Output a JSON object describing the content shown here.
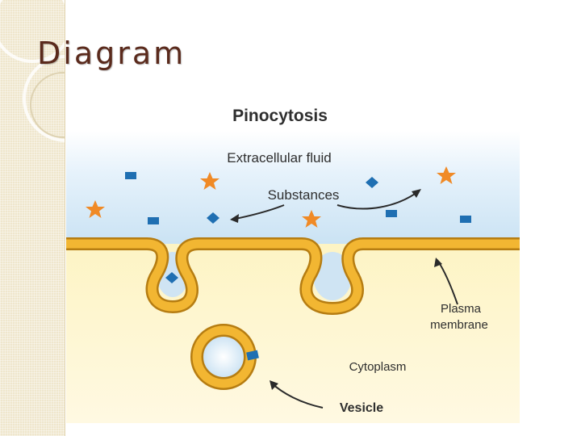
{
  "slide": {
    "title": "Diagram"
  },
  "figure": {
    "title": "Pinocytosis",
    "labels": {
      "extracellular": "Extracellular fluid",
      "substances": "Substances",
      "plasma_line1": "Plasma",
      "plasma_line2": "membrane",
      "cytoplasm": "Cytoplasm",
      "vesicle": "Vesicle"
    },
    "colors": {
      "fluid": "#cfe6f5",
      "cytoplasm": "#fbf3c8",
      "membrane": "#f2b632",
      "membrane_outline": "#b67d12",
      "star": "#f08a26",
      "particle": "#1f6fb2"
    }
  }
}
